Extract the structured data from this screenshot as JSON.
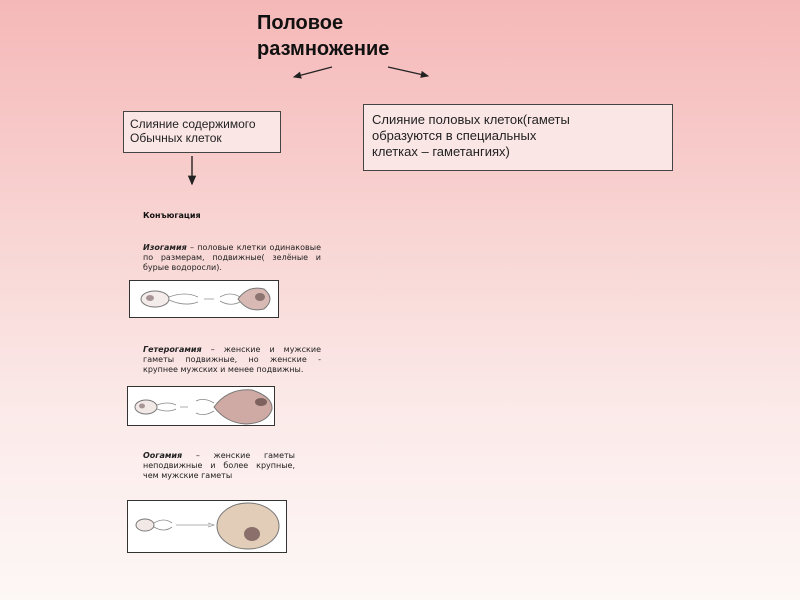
{
  "title": "Половое\nразмножение",
  "left_box": {
    "line1": "Слияние содержимого",
    "line2": "Обычных клеток"
  },
  "right_box": {
    "line1": "Слияние половых клеток(гаметы",
    "line2": "образуются в специальных",
    "line3": "клетках – гаметангиях)"
  },
  "conjugation": "Конъюгация",
  "isogamy": {
    "term": "Изогамия",
    "text": " – половые клетки одинаковые по размерам, подвижные( зелёные и бурые водоросли)."
  },
  "heterogamy": {
    "term": "Гетерогамия",
    "text": " – женские и мужские гаметы подвижные, но женские - крупнее мужских и менее подвижны."
  },
  "oogamy": {
    "term": "Оогамия",
    "text": " – женские гаметы неподвижные и более крупные, чем мужские гаметы"
  }
}
